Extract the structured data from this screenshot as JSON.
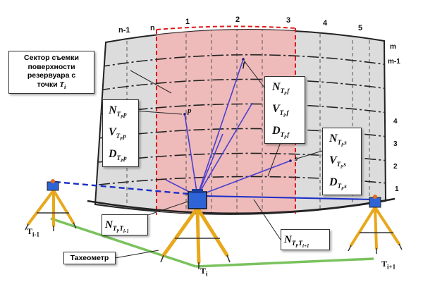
{
  "column_labels": {
    "n_minus_1": "n-1",
    "n": "n",
    "c1": "1",
    "c2": "2",
    "c3": "3",
    "c4": "4",
    "c5": "5"
  },
  "row_labels": {
    "m": "m",
    "m_minus_1": "m-1",
    "r4": "4",
    "r3": "3",
    "r2": "2",
    "r1": "1"
  },
  "points": {
    "f": "f",
    "p": "p",
    "s": "s"
  },
  "sector_note": {
    "line1": "Сектор съемки",
    "line2": "поверхности",
    "line3": "резервуара с",
    "line4": "точки",
    "var": "T",
    "sub": "i"
  },
  "tachometer_label": "Тахеометр",
  "stations": {
    "prev": {
      "base": "T",
      "sub": "i-1"
    },
    "curr": {
      "base": "T",
      "sub": "i"
    },
    "next": {
      "base": "T",
      "sub": "i+1"
    }
  },
  "measure_boxes": {
    "p": {
      "N": "N",
      "V": "V",
      "D": "D",
      "T": "T",
      "i": "i",
      "pt": "p"
    },
    "f": {
      "N": "N",
      "V": "V",
      "D": "D",
      "T": "T",
      "i": "i",
      "pt": "f"
    },
    "s": {
      "N": "N",
      "V": "V",
      "D": "D",
      "T": "T",
      "i": "i",
      "pt": "s"
    }
  },
  "connection_boxes": {
    "prev": {
      "N": "N",
      "T": "T",
      "i": "i",
      "target": "T",
      "target_sub": "i-1"
    },
    "next": {
      "N": "N",
      "T": "T",
      "i": "i",
      "target": "T",
      "target_sub": "i+1"
    }
  },
  "colors": {
    "tank_fill": "#dcdcdc",
    "sector_fill": "#f0b6b6",
    "sector_border": "#e11818",
    "sight_line": "#4b3fd0",
    "base_line": "#7ac25e",
    "tripod": "#e8a81c",
    "instrument": "#2f64d6"
  }
}
